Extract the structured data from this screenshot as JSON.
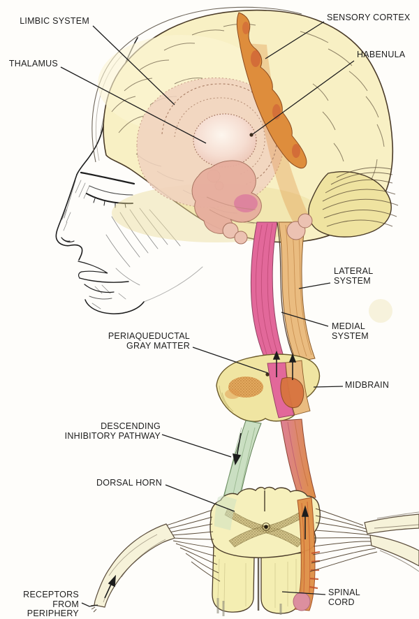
{
  "figure": {
    "type": "anatomical-illustration",
    "subject": "Pain pathway from peripheral receptors through spinal cord and midbrain to the brain"
  },
  "labels": {
    "limbic_system": {
      "text": "LIMBIC SYSTEM"
    },
    "thalamus": {
      "text": "THALAMUS"
    },
    "sensory_cortex": {
      "text": "SENSORY CORTEX"
    },
    "habenula": {
      "text": "HABENULA"
    },
    "lateral_system": {
      "text": "LATERAL\nSYSTEM"
    },
    "medial_system": {
      "text": "MEDIAL\nSYSTEM"
    },
    "periaqueductal_gray_matter": {
      "text": "PERIAQUEDUCTAL\nGRAY MATTER"
    },
    "midbrain": {
      "text": "MIDBRAIN"
    },
    "descending_inhibitory_pathway": {
      "text": "DESCENDING\nINHIBITORY PATHWAY"
    },
    "dorsal_horn": {
      "text": "DORSAL HORN"
    },
    "receptors_from_periphery": {
      "text": "RECEPTORS\nFROM PERIPHERY"
    },
    "spinal_cord": {
      "text": "SPINAL\nCORD"
    }
  },
  "arrows": [
    {
      "name": "ascending-arrow-midbrain-left",
      "direction": "up"
    },
    {
      "name": "ascending-arrow-midbrain-right",
      "direction": "up"
    },
    {
      "name": "descending-arrow-inhibitory-pathway",
      "direction": "down"
    },
    {
      "name": "ascending-arrow-spinal-cord",
      "direction": "up"
    },
    {
      "name": "ascending-arrow-peripheral-nerve",
      "direction": "up"
    }
  ],
  "palette": {
    "background": "#fefdfa",
    "ink": "#1d1d1d",
    "line_brown": "#4a3b28",
    "cortex_yellow": "#f8f0c4",
    "cortex_deep": "#eadc9c",
    "sensory_orange": "#de8d3c",
    "sensory_red": "#cc5936",
    "limbic_pink": "#f1d3c0",
    "thalamus_pink": "#eec6b8",
    "brainstem_pink": "#e7ae9e",
    "deep_pink": "#db7f9d",
    "medial_pink": "#e2689a",
    "medial_streak": "#b8456f",
    "lateral_tan": "#eabc80",
    "lateral_streak": "#bd8040",
    "midbrain_yellow": "#f0e5a2",
    "pag_orange": "#df9a4e",
    "peduncle_orange": "#d8743f",
    "green_tract": "#cadfc2",
    "green_streak": "#7fa374",
    "cord_yellow": "#f4eeb2",
    "cord_shade": "#d9cc8a",
    "gray_matter": "#cabb7e",
    "nerve_cream": "#f6f1d6",
    "ascending_orange": "#df8f45",
    "ascending_pink": "#dd7f96",
    "stain_yellow": "#f0e8bd"
  }
}
